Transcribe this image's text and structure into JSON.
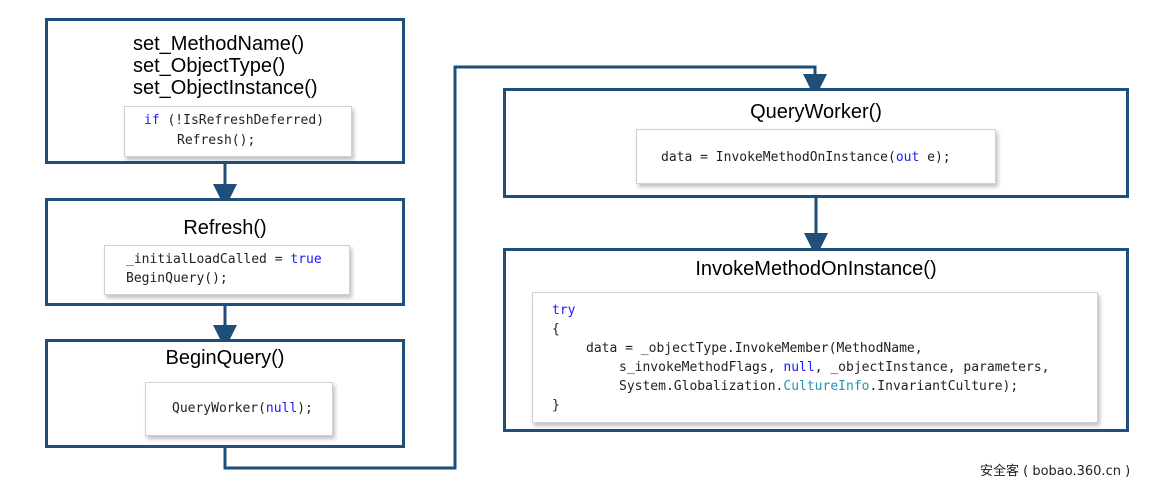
{
  "boxes": {
    "setters": {
      "title_lines": [
        "set_MethodName()",
        "set_ObjectType()",
        "set_ObjectInstance()"
      ],
      "code": [
        {
          "kw": "if",
          "rest": " (!IsRefreshDeferred)"
        },
        {
          "text": "Refresh();"
        }
      ]
    },
    "refresh": {
      "title": "Refresh()",
      "code": [
        {
          "pre": "_initialLoadCalled = ",
          "kw": "true"
        },
        {
          "text": "BeginQuery();"
        }
      ]
    },
    "begin_query": {
      "title": "BeginQuery()",
      "code": [
        {
          "pre": "QueryWorker(",
          "kw": "null",
          "post": ");"
        }
      ]
    },
    "query_worker": {
      "title": "QueryWorker()",
      "code": [
        {
          "pre": "data = InvokeMethodOnInstance(",
          "kw": "out",
          "post": " e);"
        }
      ]
    },
    "invoke": {
      "title": "InvokeMethodOnInstance()",
      "code": {
        "l1": "try",
        "l2": "{",
        "l3": "data = _objectType.InvokeMember(MethodName,",
        "l4_pre": "s_invokeMethodFlags, ",
        "l4_kw": "null",
        "l4_post": ", _objectInstance, parameters,",
        "l5_pre": "System.Globalization.",
        "l5_type": "CultureInfo",
        "l5_post": ".InvariantCulture);",
        "l6": "}"
      }
    }
  },
  "watermark": "安全客 ( bobao.360.cn )",
  "colors": {
    "box_border": "#1f4e79",
    "keyword": "#1a1aff",
    "type_name": "#2b91af"
  }
}
